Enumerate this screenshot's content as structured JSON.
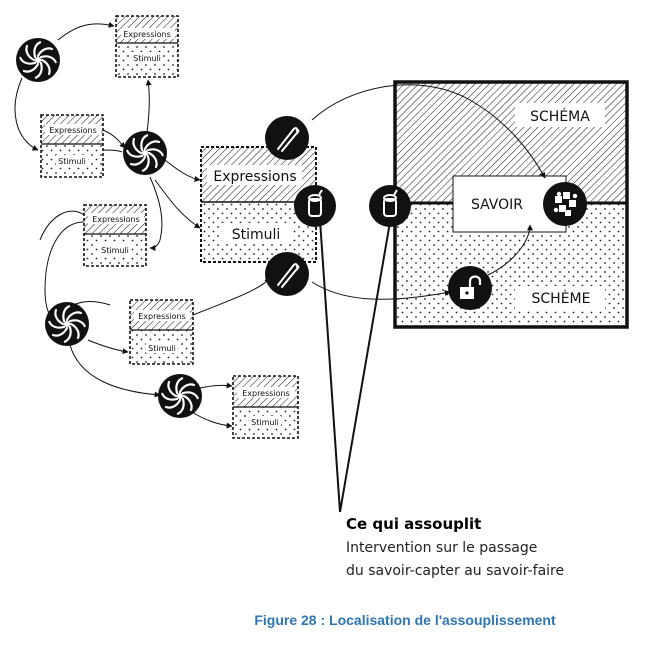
{
  "diagram": {
    "schema_label": "SCHÉMA",
    "savoir_label": "SAVOIR",
    "scheme_label": "SCHÈME",
    "big_box": {
      "top_label": "Expressions",
      "bottom_label": "Stimuli"
    },
    "small_boxes": [
      {
        "top_label": "Expressions",
        "bottom_label": "Stimuli"
      },
      {
        "top_label": "Expressions",
        "bottom_label": "Stimuli"
      },
      {
        "top_label": "Expressions",
        "bottom_label": "Stimuli"
      },
      {
        "top_label": "Expressions",
        "bottom_label": "Stimuli"
      },
      {
        "top_label": "Expressions",
        "bottom_label": "Stimuli"
      }
    ],
    "icons": [
      "swirl-icon",
      "tongs-icon",
      "can-icon",
      "puzzle-icon",
      "unlocked-padlock-icon"
    ]
  },
  "annotation": {
    "title": "Ce qui assouplit",
    "line1": "Intervention sur le passage",
    "line2": "du savoir-capter au savoir-faire"
  },
  "figure_caption": "Figure 28 : Localisation de l'assouplissement",
  "colors": {
    "caption": "#2e75b6",
    "ink": "#111111",
    "background": "#ffffff"
  }
}
